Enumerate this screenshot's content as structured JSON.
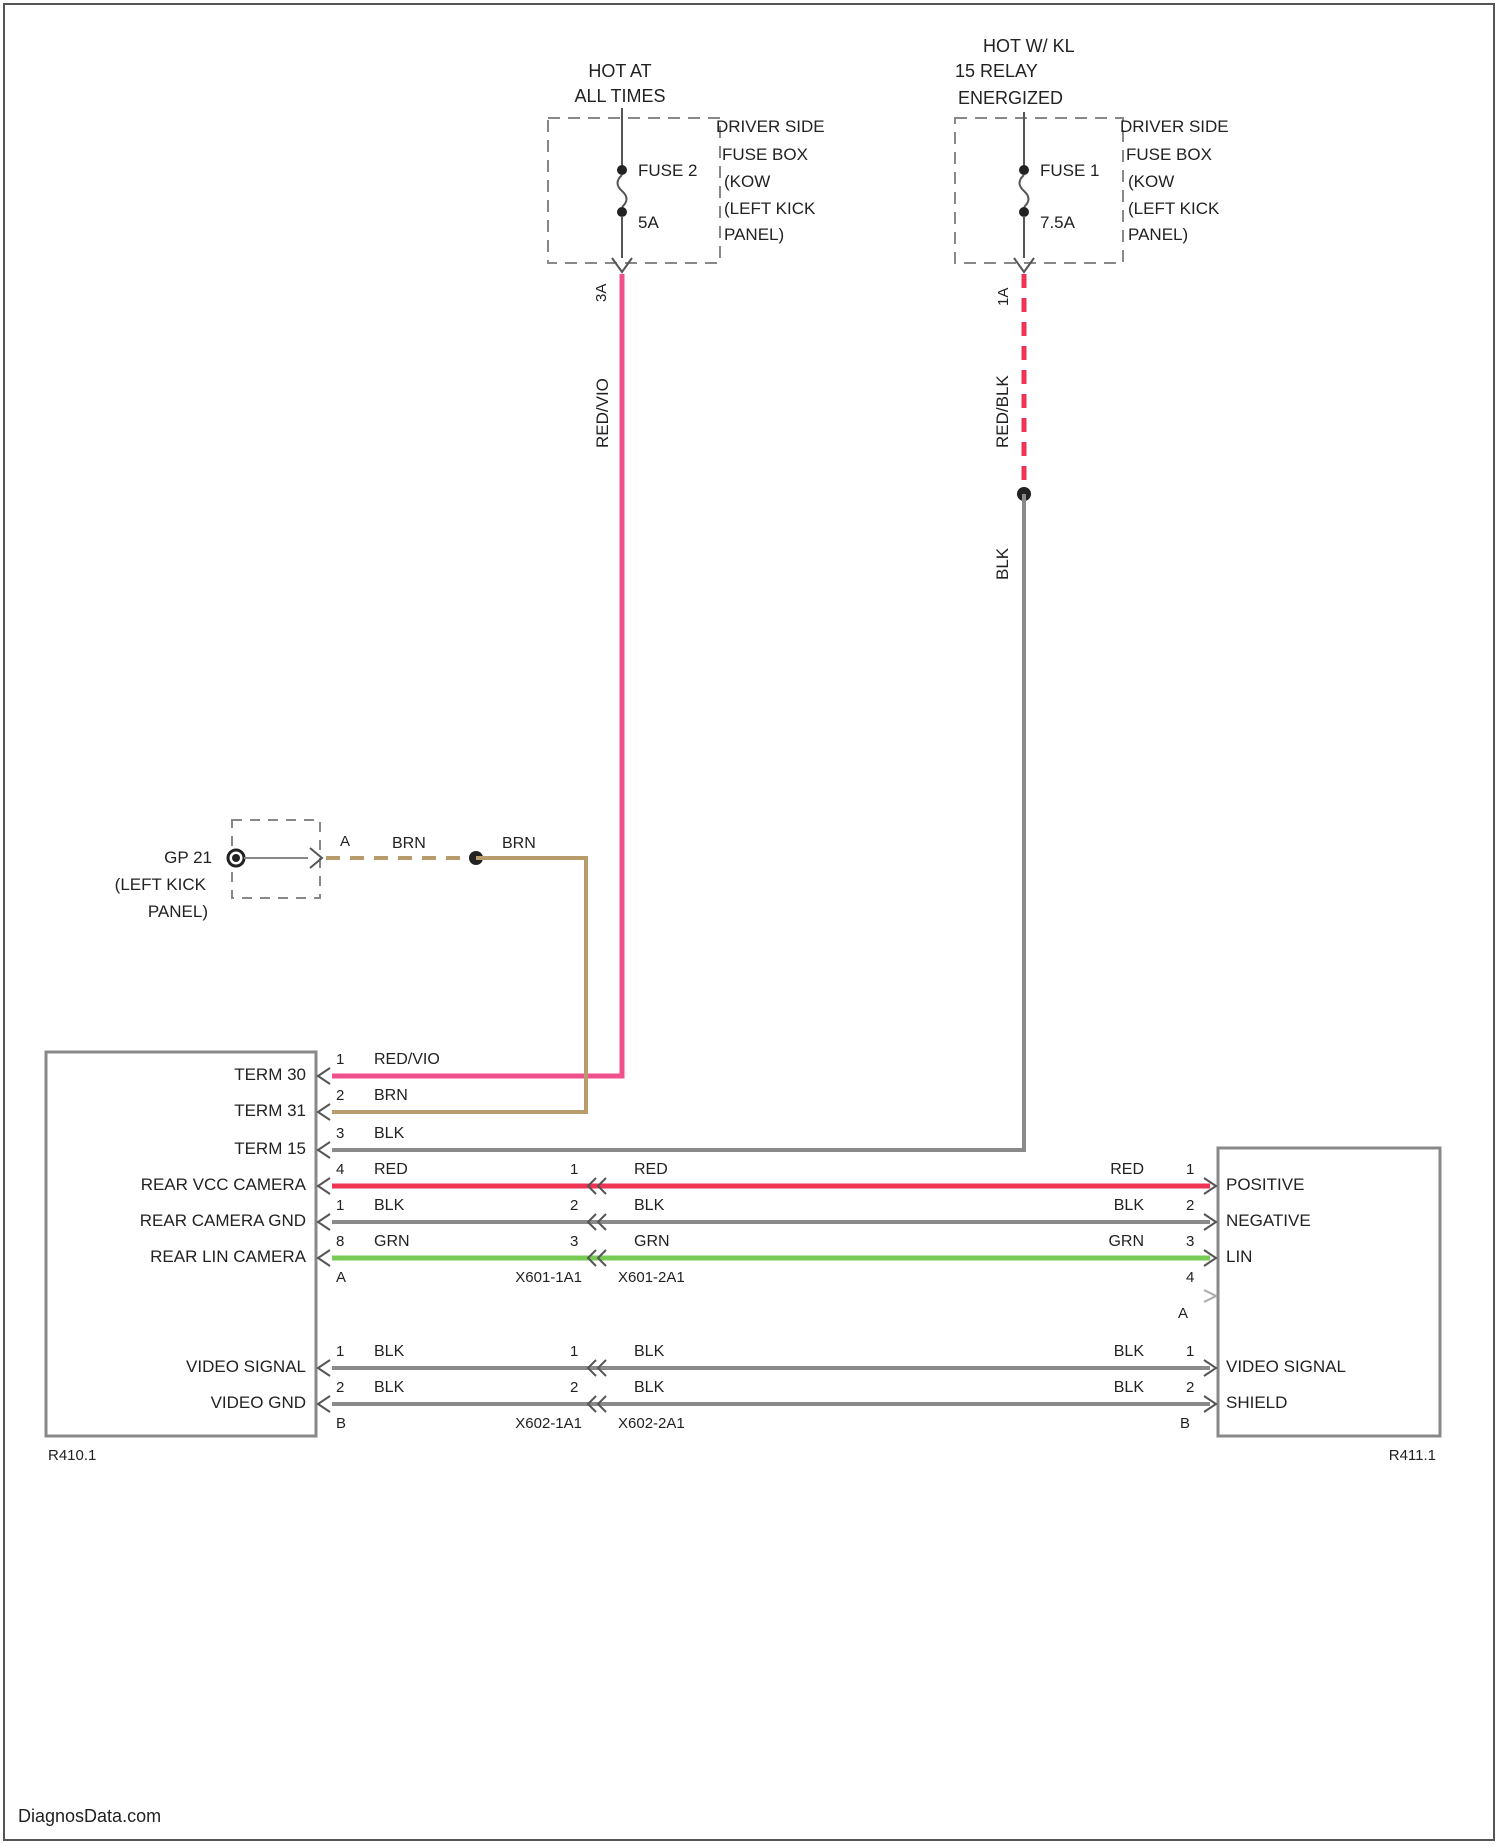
{
  "colors": {
    "frame": "#555555",
    "dash_box": "#888888",
    "wire_red": "#ee3355",
    "wire_redvio": "#f0508c",
    "wire_brn": "#b99c6b",
    "wire_blk": "#8a8a8a",
    "wire_grn": "#77cc55",
    "text": "#222222"
  },
  "fuse_left": {
    "hot_text_line1": "HOT AT",
    "hot_text_line2": "ALL TIMES",
    "fuse_name": "FUSE 2",
    "rating": "5A",
    "box_line1": "DRIVER SIDE",
    "box_line2": "FUSE BOX",
    "box_line3": "(KOW",
    "box_line4": "(LEFT KICK",
    "box_line5": "PANEL)",
    "pin": "3A",
    "wire_color": "RED/VIO"
  },
  "fuse_right": {
    "hot_text_line1": "HOT W/ KL",
    "hot_text_line2": "15 RELAY",
    "hot_text_line3": "ENERGIZED",
    "fuse_name": "FUSE 1",
    "rating": "7.5A",
    "box_line1": "DRIVER SIDE",
    "box_line2": "FUSE BOX",
    "box_line3": "(KOW",
    "box_line4": "(LEFT KICK",
    "box_line5": "PANEL)",
    "pin": "1A",
    "wire_color_upper": "RED/BLK",
    "wire_color_lower": "BLK"
  },
  "ground": {
    "name": "GP 21",
    "line2": "(LEFT KICK",
    "line3": "PANEL)",
    "pin": "A",
    "wire_left": "BRN",
    "wire_right": "BRN"
  },
  "left_module": {
    "id": "R410.1",
    "labels": [
      "TERM 30",
      "TERM 31",
      "TERM 15",
      "REAR VCC CAMERA",
      "REAR CAMERA GND",
      "REAR LIN CAMERA",
      "VIDEO SIGNAL",
      "VIDEO GND"
    ],
    "pins": [
      "1",
      "2",
      "3",
      "4",
      "1",
      "8",
      "A",
      "1",
      "2",
      "B"
    ],
    "wires": [
      "RED/VIO",
      "BRN",
      "BLK",
      "RED",
      "BLK",
      "GRN",
      "BLK",
      "BLK"
    ]
  },
  "connectors": {
    "c1_left_id": "X601-1A1",
    "c1_right_id": "X601-2A1",
    "c2_left_id": "X602-1A1",
    "c2_right_id": "X602-2A1",
    "c1_pins": [
      "1",
      "2",
      "3"
    ],
    "c2_pins": [
      "1",
      "2"
    ],
    "c1_wires": [
      "RED",
      "BLK",
      "GRN"
    ],
    "c2_wires": [
      "BLK",
      "BLK"
    ]
  },
  "right_module": {
    "id": "R411.1",
    "labels": [
      "POSITIVE",
      "NEGATIVE",
      "LIN",
      "VIDEO SIGNAL",
      "SHIELD"
    ],
    "pins": [
      "1",
      "2",
      "3",
      "4",
      "A",
      "1",
      "2",
      "B"
    ],
    "wires": [
      "RED",
      "BLK",
      "GRN",
      "BLK",
      "BLK"
    ]
  },
  "watermark": "DiagnosData.com"
}
